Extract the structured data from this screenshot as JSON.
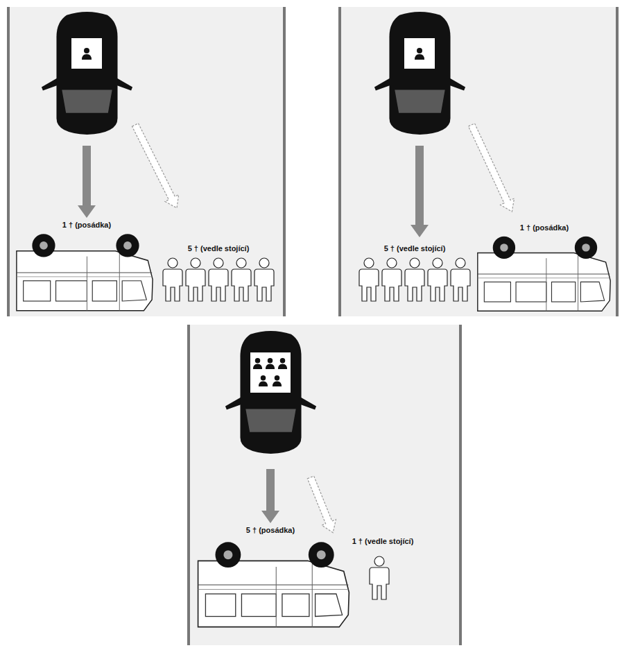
{
  "diagram": {
    "labels": [
      "1 † (posádka)",
      "5 † (vedle stojící)",
      "5 † (vedle stojící)",
      "1 † (posádka)",
      "5 † (posádka)",
      "1 † (vedle stojící)"
    ]
  }
}
